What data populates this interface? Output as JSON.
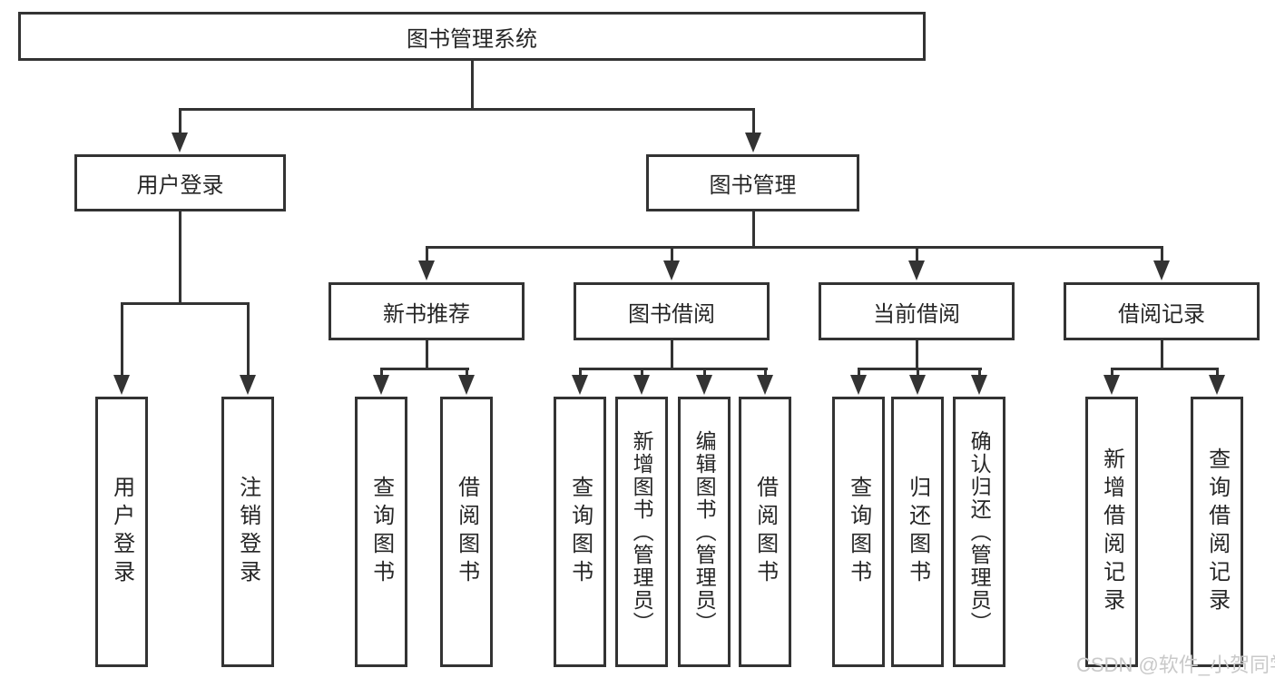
{
  "colors": {
    "line": "#333333",
    "text": "#262626",
    "watermark": "#c9c9c9",
    "background": "#ffffff"
  },
  "tree": {
    "root": {
      "label": "图书管理系统"
    },
    "user_login": {
      "label": "用户登录",
      "children": [
        {
          "label": "用户登录"
        },
        {
          "label": "注销登录"
        }
      ]
    },
    "book_management": {
      "label": "图书管理",
      "sections": [
        {
          "label": "新书推荐",
          "children": [
            {
              "label": "查询图书"
            },
            {
              "label": "借阅图书"
            }
          ]
        },
        {
          "label": "图书借阅",
          "children": [
            {
              "label": "查询图书"
            },
            {
              "label": "新增图书（管理员）"
            },
            {
              "label": "编辑图书（管理员）"
            },
            {
              "label": "借阅图书"
            }
          ]
        },
        {
          "label": "当前借阅",
          "children": [
            {
              "label": "查询图书"
            },
            {
              "label": "归还图书"
            },
            {
              "label": "确认归还（管理员）"
            }
          ]
        },
        {
          "label": "借阅记录",
          "children": [
            {
              "label": "新增借阅记录"
            },
            {
              "label": "查询借阅记录"
            }
          ]
        }
      ]
    }
  },
  "watermark": {
    "text": "CSDN @软件_小贺同学"
  }
}
